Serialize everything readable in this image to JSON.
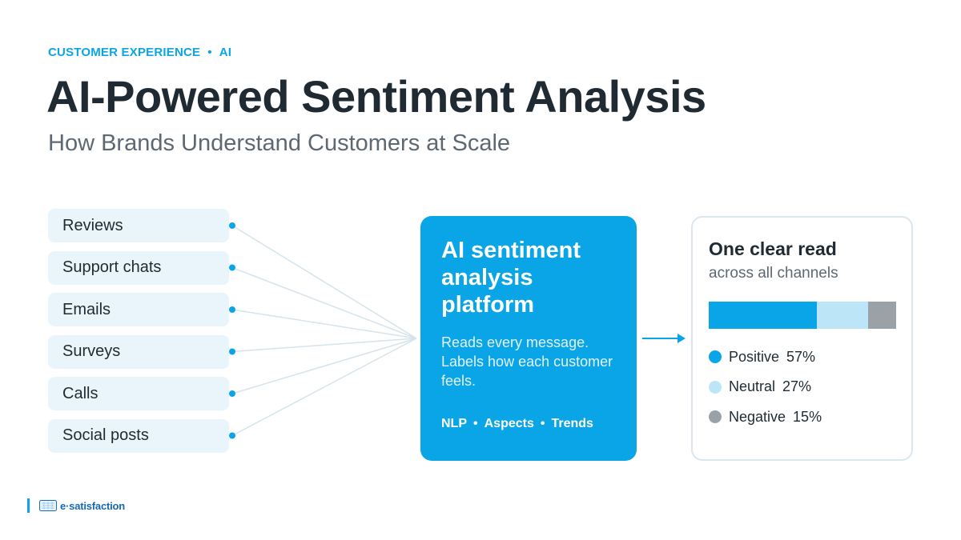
{
  "header": {
    "eyebrow_left": "CUSTOMER EXPERIENCE",
    "eyebrow_sep": "•",
    "eyebrow_right": "AI",
    "title": "AI-Powered Sentiment Analysis",
    "subtitle": "How Brands Understand Customers at Scale"
  },
  "sources": [
    "Reviews",
    "Support chats",
    "Emails",
    "Surveys",
    "Calls",
    "Social posts"
  ],
  "platform": {
    "title": "AI sentiment analysis platform",
    "description": "Reads every message. Labels how each customer feels.",
    "tags": [
      "NLP",
      "Aspects",
      "Trends"
    ],
    "tag_sep": "•"
  },
  "result": {
    "title": "One clear read",
    "subtitle": "across all channels",
    "segments": [
      {
        "label": "Positive",
        "value_text": "57%",
        "share": 57,
        "color": "#0aa5e6"
      },
      {
        "label": "Neutral",
        "value_text": "27%",
        "share": 27,
        "color": "#bde5f8"
      },
      {
        "label": "Negative",
        "value_text": "15%",
        "share": 15,
        "color": "#9aa2a8"
      }
    ]
  },
  "brand": {
    "name": "e·satisfaction"
  },
  "colors": {
    "accent": "#0aa5e6",
    "connector": "#d6e3ec"
  }
}
